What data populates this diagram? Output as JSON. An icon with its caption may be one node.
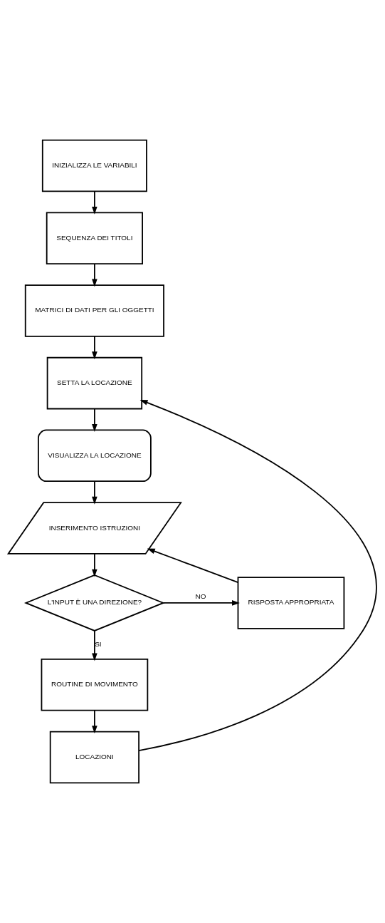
{
  "diagram": {
    "nodes": [
      {
        "text": [
          "INIZIALIZZA LE VARIABILI"
        ]
      },
      {
        "text": [
          "SEQUENZA DEI TITOLI"
        ]
      },
      {
        "text": [
          "MATRICI DI DATI PER GLI OGGETTI"
        ]
      },
      {
        "text": [
          "SETTA LA LOCAZIONE"
        ]
      },
      {
        "text": [
          "VISUALIZZA LA LOCAZIONE"
        ]
      },
      {
        "text": [
          "INSERIMENTO ISTRUZIONI"
        ]
      },
      {
        "text": [
          "L'INPUT È UNA DIREZIONE?"
        ]
      },
      {
        "text": [
          "RISPOSTA APPROPRIATA"
        ]
      },
      {
        "text": [
          "ROUTINE DI MOVIMENTO"
        ]
      },
      {
        "text": [
          "LOCAZIONI"
        ]
      }
    ],
    "edges": [
      {
        "from": 0,
        "to": 1,
        "arrow": "to"
      },
      {
        "from": 1,
        "to": 2,
        "arrow": "to"
      },
      {
        "from": 2,
        "to": 3,
        "arrow": "to"
      },
      {
        "from": 3,
        "to": 4,
        "arrow": "to"
      },
      {
        "from": 4,
        "to": 5,
        "arrow": "to"
      },
      {
        "from": 5,
        "to": 6,
        "arrow": "to"
      },
      {
        "from": 6,
        "to": 7,
        "label": "NO",
        "arrow": "to"
      },
      {
        "from": 7,
        "to": 5,
        "arrow": "to"
      },
      {
        "from": 6,
        "to": 8,
        "label": "SI",
        "arrow": "to"
      },
      {
        "from": 8,
        "to": 9,
        "arrow": "to"
      },
      {
        "from": 9,
        "to": 3,
        "arrow": "to"
      }
    ]
  }
}
